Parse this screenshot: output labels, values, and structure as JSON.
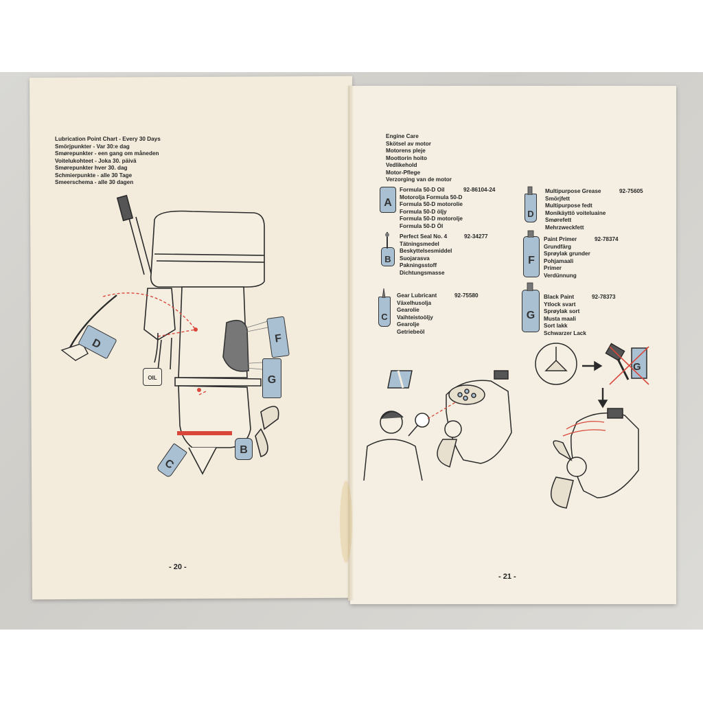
{
  "left_page": {
    "heading_lines": [
      "Lubrication Point Chart - Every 30 Days",
      "Smörjpunkter - Var 30:e dag",
      "Smørepunkter - een gang om måneden",
      "Voitelukohteet - Joka 30. päivä",
      "Smørepunkter hver 30. dag",
      "Schmierpunkte - alle 30 Tage",
      "Smeerschema - alle 30 dagen"
    ],
    "callouts": [
      "D",
      "OIL",
      "F",
      "G",
      "B",
      "C"
    ],
    "page_number": "- 20 -"
  },
  "right_page": {
    "heading_lines": [
      "Engine Care",
      "Skötsel av motor",
      "Motorens pleje",
      "Moottorin hoito",
      "Vedlikehold",
      "Motor-Pflege",
      "Verzorging van de motor"
    ],
    "products": {
      "A": {
        "letter": "A",
        "code": "92-86104-24",
        "lines": [
          "Formula 50-D Oil",
          "Motorolja Formula 50-D",
          "Formula 50-D motorolie",
          "Formula 50-D öljy",
          "Formula 50-D motorolje",
          "Formula 50-D Öl"
        ]
      },
      "B": {
        "letter": "B",
        "code": "92-34277",
        "lines": [
          "Perfect Seal No. 4",
          "Tätningsmedel",
          "Beskyttelsesmiddel",
          "Suojarasva",
          "Pakningsstoff",
          "Dichtungsmasse"
        ]
      },
      "C": {
        "letter": "C",
        "code": "92-75580",
        "lines": [
          "Gear Lubricant",
          "Växelhusolja",
          "Gearolie",
          "Vaihteistoöljy",
          "Gearolje",
          "Getriebeöl"
        ]
      },
      "D": {
        "letter": "D",
        "code": "92-75605",
        "lines": [
          "Multipurpose Grease",
          "Smörjfett",
          "Multipurpose fedt",
          "Monikäyttö voiteluaine",
          "Smørefett",
          "Mehrzweckfett"
        ]
      },
      "F": {
        "letter": "F",
        "code": "92-78374",
        "lines": [
          "Paint Primer",
          "Grundfärg",
          "Sprøylak grunder",
          "Pohjamaali",
          "Primer",
          "Verdünnung"
        ]
      },
      "G": {
        "letter": "G",
        "code": "92-78373",
        "lines": [
          "Black Paint",
          "Ytlock svart",
          "Sprøylak sort",
          "Musta maali",
          "Sort lakk",
          "Schwarzer Lack"
        ]
      }
    },
    "illustration_letter": "G",
    "page_number": "- 21 -"
  },
  "colors": {
    "paper": "#f3ecdc",
    "can_blue": "#a9c0d3",
    "accent_red": "#d9473b",
    "ink": "#262626"
  }
}
